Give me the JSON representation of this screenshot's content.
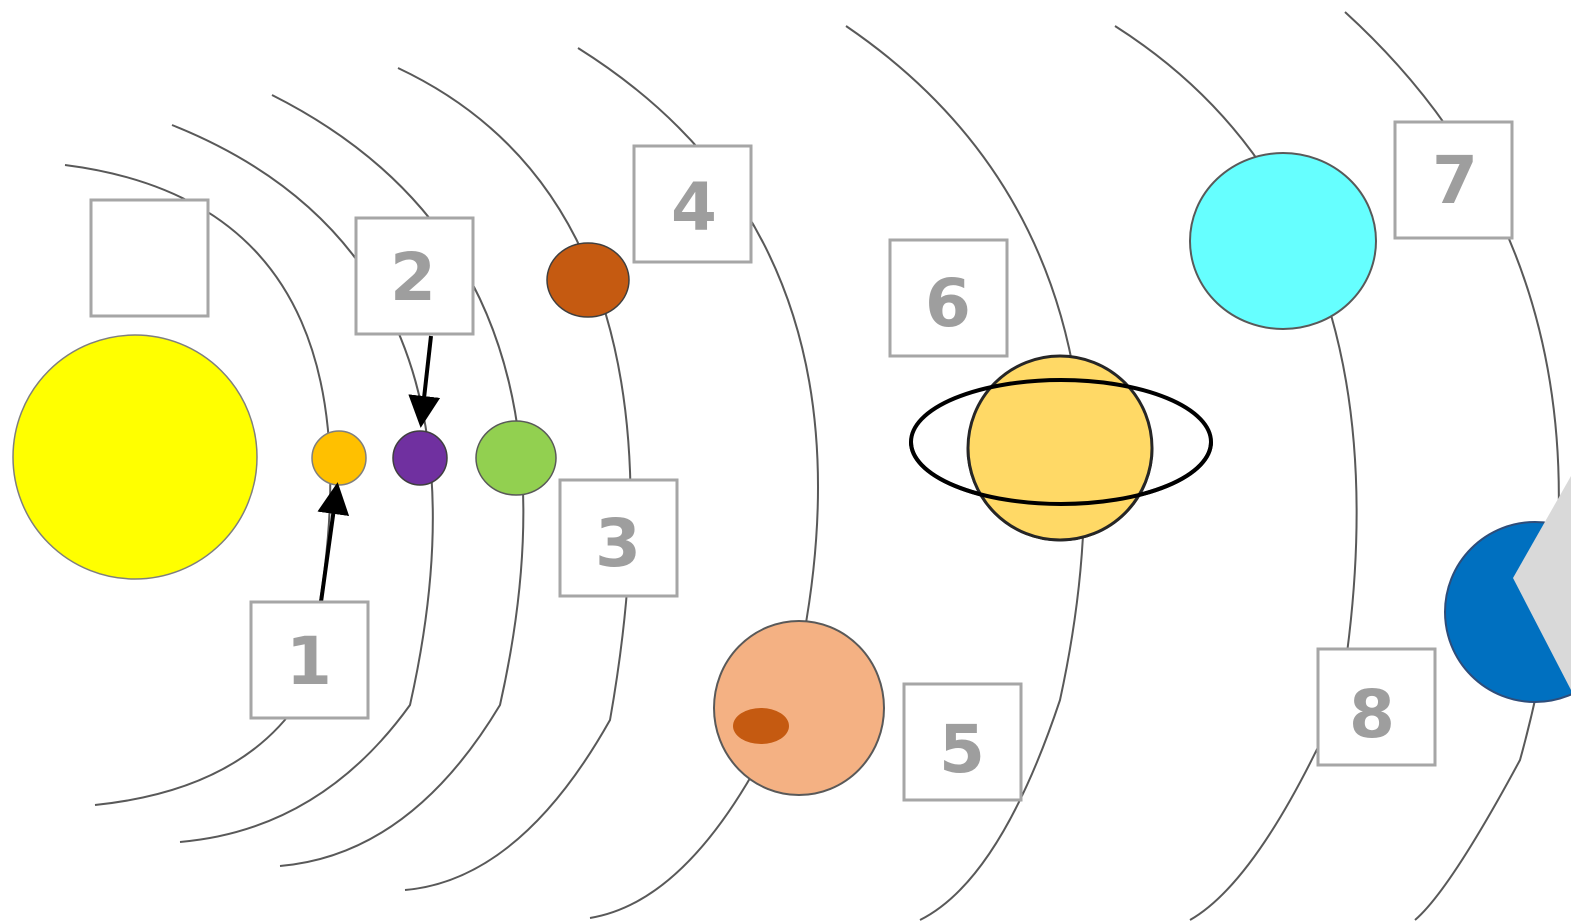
{
  "diagram": {
    "labels": [
      "",
      "1",
      "2",
      "3",
      "4",
      "5",
      "6",
      "7",
      "8"
    ],
    "colors": {
      "sun": "#ffff00",
      "planet1": "#ffc000",
      "planet2": "#7030a0",
      "planet3": "#92d050",
      "planet4": "#c55a11",
      "planet5": "#f4b183",
      "planet5_spot": "#c55a11",
      "planet6": "#ffd966",
      "planet7": "#66ffff",
      "planet8": "#0070c0",
      "orbit": "#595959",
      "label_box_border": "#a6a6a6",
      "label_text": "#9e9e9e",
      "nav_arrow": "#d9d9d9"
    },
    "icons": [
      "next-arrow-icon"
    ]
  }
}
